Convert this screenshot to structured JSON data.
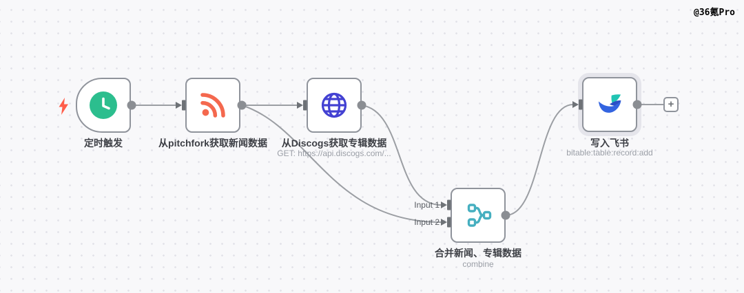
{
  "watermark": "@36氪Pro",
  "add_button": {
    "label": "+"
  },
  "nodes": [
    {
      "id": "schedule-trigger",
      "title": "定时触发",
      "subtitle": "",
      "icon": "clock-icon",
      "selected": false
    },
    {
      "id": "rss-pitchfork",
      "title": "从pitchfork获取新闻数据",
      "subtitle": "",
      "icon": "rss-icon",
      "selected": false
    },
    {
      "id": "http-discogs",
      "title": "从Discogs获取专辑数据",
      "subtitle": "GET: https://api.discogs.com/...",
      "icon": "globe-icon",
      "selected": false
    },
    {
      "id": "merge-data",
      "title": "合并新闻、专辑数据",
      "subtitle": "combine",
      "icon": "merge-icon",
      "inputs": [
        "Input 1",
        "Input 2"
      ],
      "selected": false
    },
    {
      "id": "feishu-write",
      "title": "写入飞书",
      "subtitle": "bitable:table:record:add",
      "icon": "feishu-icon",
      "selected": true
    }
  ],
  "colors": {
    "canvas_bg": "#F8F8FA",
    "grid_dot": "#E3E3E9",
    "node_border": "#8F939B",
    "connection_line": "#9B9EA3",
    "endpoint_dot": "#8B8E93",
    "input_port": "#6E7277",
    "trigger_bolt": "#FF5D49",
    "clock_green": "#2CBE8E",
    "rss_coral": "#F4684E",
    "globe_indigo": "#4341D2",
    "merge_teal": "#46AFC0",
    "feishu_teal": "#21C4B3",
    "feishu_blue": "#3364E0",
    "title_text": "#3D3F45",
    "subtitle_text": "#9A9EA6"
  }
}
